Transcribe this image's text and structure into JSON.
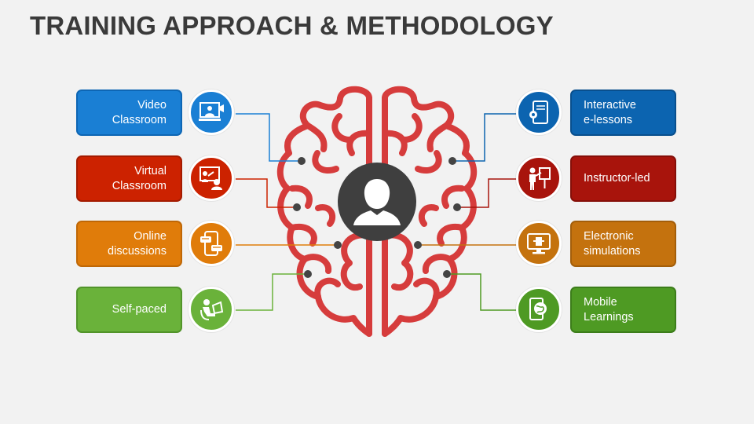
{
  "title": "TRAINING APPROACH & METHODOLOGY",
  "colors": {
    "brain": "#d63c3c",
    "center_circle": "#3f3f3f",
    "dot": "#444444"
  },
  "left_items": [
    {
      "label": "Video\nClassroom",
      "color": "#1a7fd4",
      "border": "#0e66b4",
      "icon": "video-classroom-icon"
    },
    {
      "label": "Virtual\nClassroom",
      "color": "#cc2200",
      "border": "#a31b00",
      "icon": "virtual-classroom-icon"
    },
    {
      "label": "Online\ndiscussions",
      "color": "#e07c0a",
      "border": "#bf6706",
      "icon": "online-discussions-icon"
    },
    {
      "label": "Self-paced",
      "color": "#6ab23a",
      "border": "#52942a",
      "icon": "self-paced-icon"
    }
  ],
  "right_items": [
    {
      "label": "Interactive\ne-lessons",
      "color": "#0c64b0",
      "border": "#094f8d",
      "icon": "interactive-elessons-icon"
    },
    {
      "label": "Instructor-led",
      "color": "#a8140c",
      "border": "#850f09",
      "icon": "instructor-led-icon"
    },
    {
      "label": "Electronic\nsimulations",
      "color": "#c4720e",
      "border": "#a35e0a",
      "icon": "electronic-simulations-icon"
    },
    {
      "label": "Mobile\nLearnings",
      "color": "#4e9a23",
      "border": "#3c7d1a",
      "icon": "mobile-learnings-icon"
    }
  ],
  "center_icon": "person-silhouette-icon"
}
